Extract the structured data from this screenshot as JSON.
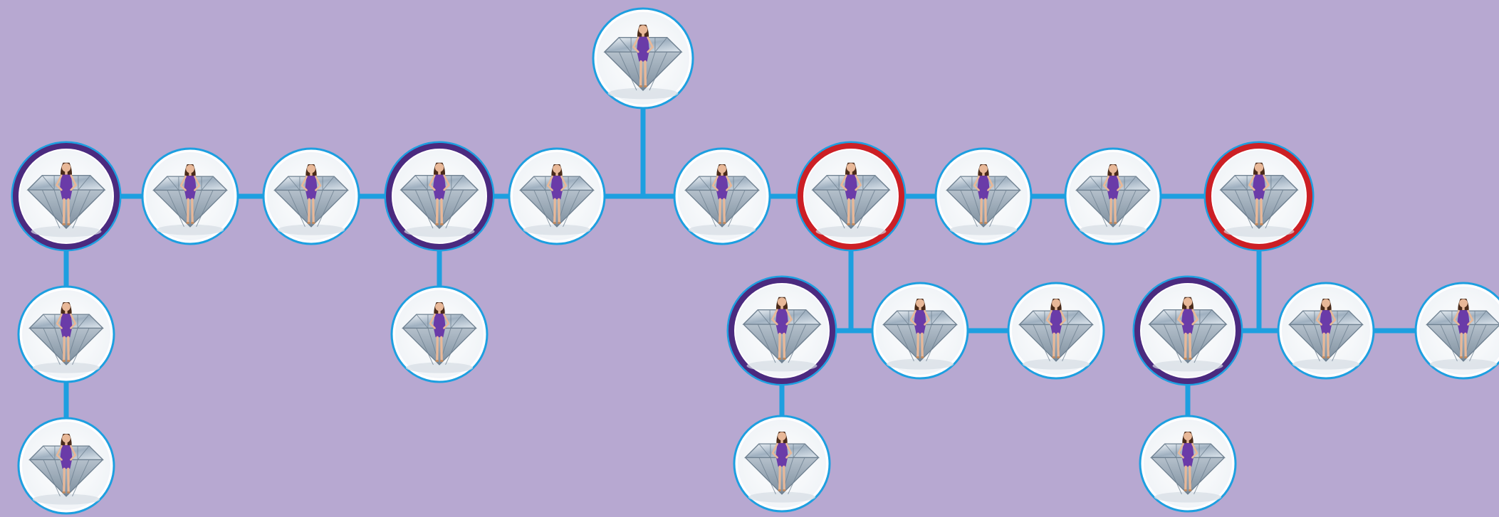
{
  "colors": {
    "background": "#b7a8d1",
    "connector": "#1d9fe0",
    "ring_standard": "#1d9fe0",
    "ring_purple": "#4b2a7f",
    "ring_red": "#cc1f25",
    "dress": "#6a3ba8"
  },
  "icons": {
    "node_image": "diamond-with-woman-in-purple-dress"
  },
  "tree": {
    "root": {
      "ring": "standard"
    },
    "top_row": [
      {
        "ring": "purple"
      },
      {
        "ring": "standard"
      },
      {
        "ring": "standard"
      },
      {
        "ring": "purple"
      },
      {
        "ring": "standard"
      },
      {
        "ring": "standard"
      },
      {
        "ring": "red"
      },
      {
        "ring": "standard"
      },
      {
        "ring": "standard"
      },
      {
        "ring": "red"
      }
    ],
    "left_branch_a": [
      {
        "ring": "standard"
      },
      {
        "ring": "standard"
      }
    ],
    "left_branch_b": [
      {
        "ring": "standard"
      }
    ],
    "right_branch_a": {
      "row": [
        {
          "ring": "purple"
        },
        {
          "ring": "standard"
        },
        {
          "ring": "standard"
        }
      ],
      "below": [
        {
          "ring": "standard"
        }
      ]
    },
    "right_branch_b": {
      "row": [
        {
          "ring": "purple"
        },
        {
          "ring": "standard"
        },
        {
          "ring": "standard"
        }
      ],
      "below": [
        {
          "ring": "standard"
        }
      ]
    }
  }
}
